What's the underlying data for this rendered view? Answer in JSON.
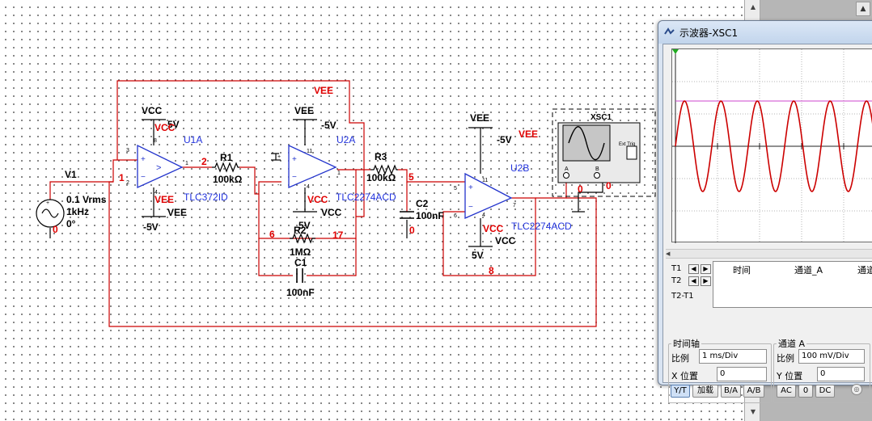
{
  "schematic": {
    "v1": {
      "name": "V1",
      "amplitude": "0.1 Vrms",
      "frequency": "1kHz",
      "phase": "0°",
      "ground_node": "0"
    },
    "u1a": {
      "ref": "U1A",
      "part": "TLC372ID",
      "vcc_label": "VCC",
      "vcc_value": "5V",
      "vcc_net": "VCC",
      "vee_net": "VEE",
      "vee_label": "VEE",
      "vee_value": "-5V",
      "pins": [
        "3",
        "2",
        "1",
        "8",
        "4"
      ]
    },
    "u2a": {
      "ref": "U2A",
      "part": "TLC2274ACD",
      "vee_label": "VEE",
      "vee_value": "-5V",
      "vcc_net": "VCC",
      "vcc_label": "VCC",
      "vcc_value": "5V",
      "pins": [
        "+",
        "-",
        "11",
        "4",
        "1"
      ]
    },
    "u2b": {
      "ref": "U2B",
      "part": "TLC2274ACD",
      "vee_label": "VEE",
      "vee_value": "-5V",
      "vee_net": "VEE",
      "vcc_net": "VCC",
      "vcc_label": "VCC",
      "vcc_value": "5V",
      "pins": [
        "5",
        "6",
        "11",
        "4",
        "7"
      ]
    },
    "r1": {
      "ref": "R1",
      "value": "100kΩ"
    },
    "r2": {
      "ref": "R2",
      "value": "1MΩ"
    },
    "r3": {
      "ref": "R3",
      "value": "100kΩ"
    },
    "c1": {
      "ref": "C1",
      "value": "100nF"
    },
    "c2": {
      "ref": "C2",
      "value": "100nF"
    },
    "xsc1": {
      "ref": "XSC1",
      "ext_trig": "Ext Trig",
      "ch_a": "A",
      "ch_b": "B"
    },
    "nets": {
      "n1": "1",
      "n2": "2",
      "n5": "5",
      "n6": "6",
      "n17": "17",
      "n8": "8",
      "n0a": "0",
      "n0b": "0",
      "n0c": "0",
      "n0d": "0",
      "vee_top": "VEE"
    }
  },
  "oscilloscope": {
    "title": "示波器-XSC1",
    "trace_color": "#cc0000",
    "cursor": {
      "t1": "T1",
      "t2": "T2",
      "t2t1": "T2-T1",
      "col_time": "时间",
      "col_cha": "通道_A",
      "col_chb": "通道"
    },
    "timebase": {
      "group": "时间轴",
      "scale_label": "比例",
      "scale_value": "1 ms/Div",
      "pos_label": "X 位置",
      "pos_value": "0",
      "buttons": [
        "Y/T",
        "加载",
        "B/A",
        "A/B"
      ]
    },
    "channel_a": {
      "group": "通道 A",
      "scale_label": "比例",
      "scale_value": "100 mV/Div",
      "pos_label": "Y 位置",
      "pos_value": "0",
      "buttons": [
        "AC",
        "0",
        "DC"
      ]
    }
  }
}
